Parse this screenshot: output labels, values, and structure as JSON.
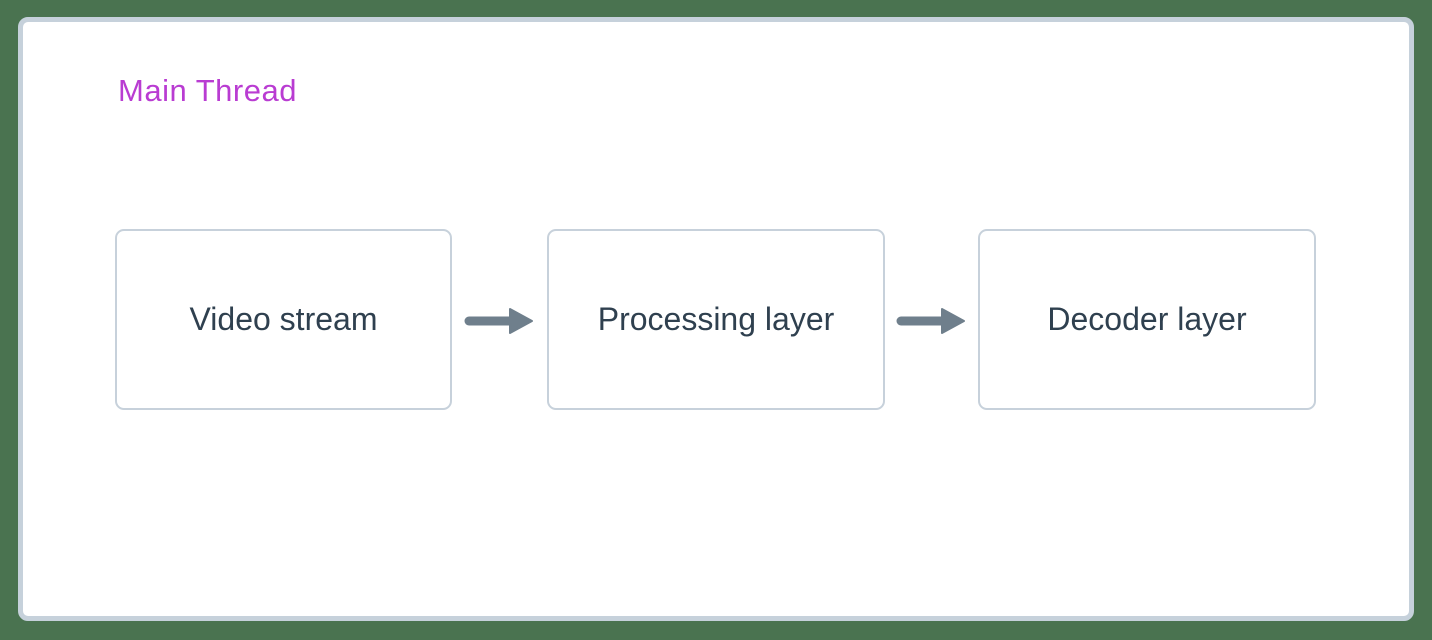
{
  "colors": {
    "page-bg": "#4A7350",
    "panel-bg": "#FFFFFF",
    "panel-border": "#C6D1DB",
    "node-border": "#C7D1DB",
    "node-text": "#2F404F",
    "arrow": "#6F7F8C",
    "title": "#B93CD2"
  },
  "diagram": {
    "title": "Main Thread",
    "nodes": [
      {
        "id": "node-1",
        "label": "Video stream"
      },
      {
        "id": "node-2",
        "label": "Processing layer"
      },
      {
        "id": "node-3",
        "label": "Decoder layer"
      }
    ],
    "connections": [
      {
        "from": "Video stream",
        "to": "Processing layer"
      },
      {
        "from": "Processing layer",
        "to": "Decoder layer"
      }
    ]
  }
}
